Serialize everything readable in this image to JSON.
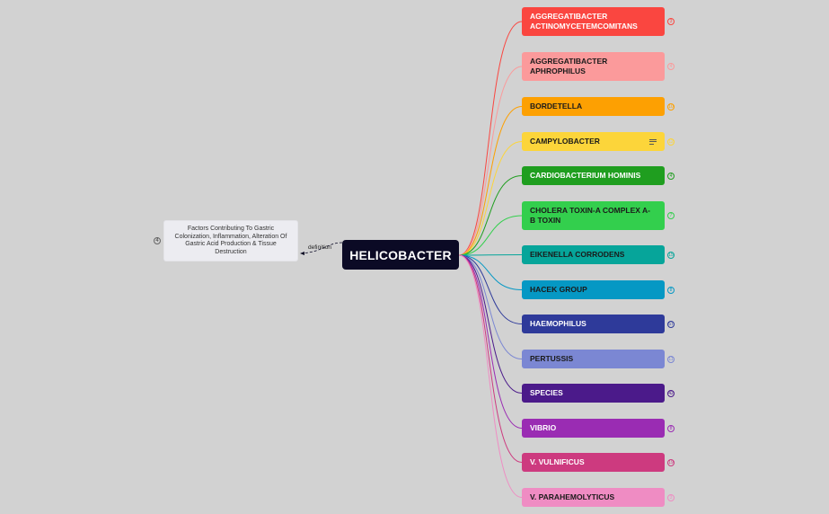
{
  "root": {
    "label": "HELICOBACTER",
    "color": "#0b0a25"
  },
  "definition": {
    "edge_label": "definition",
    "text": "Factors Contributing To Gastric Colonization, Inflammation, Alteration Of Gastric Acid Production & Tissue Destruction",
    "collapse_count": "4"
  },
  "children": [
    {
      "lines": [
        "AGGREGATIBACTER",
        "ACTINOMYCETEMCOMITANS"
      ],
      "color": "#fa4640",
      "text_color": "#ffffff",
      "badge": "3",
      "has_notes": false
    },
    {
      "lines": [
        "AGGREGATIBACTER",
        "APHROPHILUS"
      ],
      "color": "#fb9a9b",
      "text_color": "#1a1a1a",
      "badge": "4",
      "has_notes": false
    },
    {
      "lines": [
        "BORDETELLA"
      ],
      "color": "#fda002",
      "text_color": "#1a1a1a",
      "badge": "10",
      "has_notes": false
    },
    {
      "lines": [
        "CAMPYLOBACTER"
      ],
      "color": "#fcd53a",
      "text_color": "#1a1a1a",
      "badge": "12",
      "has_notes": true
    },
    {
      "lines": [
        "CARDIOBACTERIUM HOMINIS"
      ],
      "color": "#1f9e1f",
      "text_color": "#ffffff",
      "badge": "4",
      "has_notes": false
    },
    {
      "lines": [
        "CHOLERA TOXIN-A COMPLEX A-",
        "B TOXIN"
      ],
      "color": "#33cf4d",
      "text_color": "#1a1a1a",
      "badge": "7",
      "has_notes": false
    },
    {
      "lines": [
        "EIKENELLA CORRODENS"
      ],
      "color": "#06a59a",
      "text_color": "#1a1a1a",
      "badge": "15",
      "has_notes": false
    },
    {
      "lines": [
        "HACEK GROUP"
      ],
      "color": "#0598c4",
      "text_color": "#1a1a1a",
      "badge": "8",
      "has_notes": false
    },
    {
      "lines": [
        "HAEMOPHILUS"
      ],
      "color": "#2e3a9a",
      "text_color": "#ffffff",
      "badge": "57",
      "has_notes": false
    },
    {
      "lines": [
        "PERTUSSIS"
      ],
      "color": "#7b87d3",
      "text_color": "#1a1a1a",
      "badge": "11",
      "has_notes": false
    },
    {
      "lines": [
        "SPECIES"
      ],
      "color": "#4b1a8a",
      "text_color": "#ffffff",
      "badge": "42",
      "has_notes": false
    },
    {
      "lines": [
        "VIBRIO"
      ],
      "color": "#9a2cb3",
      "text_color": "#ffffff",
      "badge": "8",
      "has_notes": false
    },
    {
      "lines": [
        "V. VULNIFICUS"
      ],
      "color": "#cd3a7f",
      "text_color": "#ffffff",
      "badge": "19",
      "has_notes": false
    },
    {
      "lines": [
        "V. PARAHEMOLYTICUS"
      ],
      "color": "#ef8cc3",
      "text_color": "#1a1a1a",
      "badge": "3",
      "has_notes": false
    }
  ]
}
